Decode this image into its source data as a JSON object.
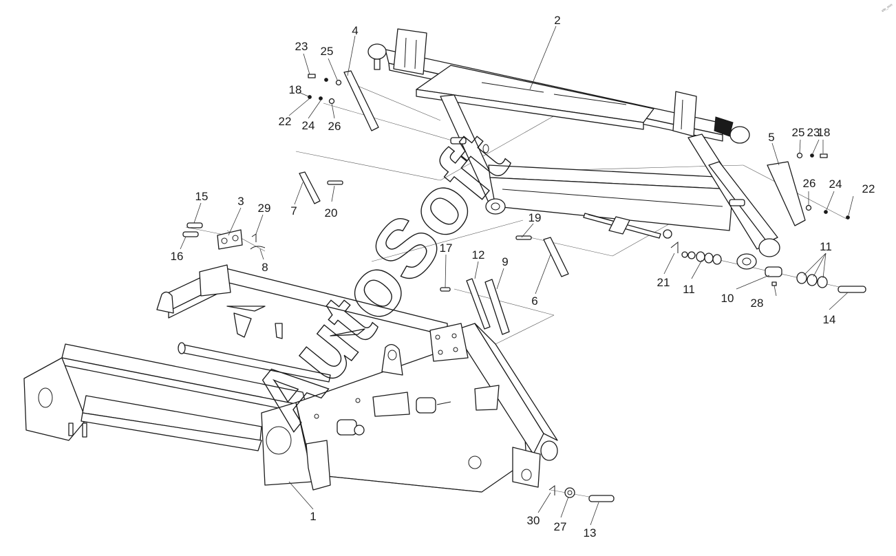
{
  "callouts": [
    {
      "id": "c1",
      "text": "1"
    },
    {
      "id": "c2",
      "text": "2"
    },
    {
      "id": "c3",
      "text": "3"
    },
    {
      "id": "c4",
      "text": "4"
    },
    {
      "id": "c5",
      "text": "5"
    },
    {
      "id": "c6",
      "text": "6"
    },
    {
      "id": "c7",
      "text": "7"
    },
    {
      "id": "c8",
      "text": "8"
    },
    {
      "id": "c9",
      "text": "9"
    },
    {
      "id": "c10",
      "text": "10"
    },
    {
      "id": "c11a",
      "text": "11"
    },
    {
      "id": "c11b",
      "text": "11"
    },
    {
      "id": "c12",
      "text": "12"
    },
    {
      "id": "c13",
      "text": "13"
    },
    {
      "id": "c14",
      "text": "14"
    },
    {
      "id": "c15",
      "text": "15"
    },
    {
      "id": "c16",
      "text": "16"
    },
    {
      "id": "c17",
      "text": "17"
    },
    {
      "id": "c18a",
      "text": "18"
    },
    {
      "id": "c18b",
      "text": "18"
    },
    {
      "id": "c19",
      "text": "19"
    },
    {
      "id": "c20",
      "text": "20"
    },
    {
      "id": "c21",
      "text": "21"
    },
    {
      "id": "c22a",
      "text": "22"
    },
    {
      "id": "c22b",
      "text": "22"
    },
    {
      "id": "c23a",
      "text": "23"
    },
    {
      "id": "c23b",
      "text": "23"
    },
    {
      "id": "c24a",
      "text": "24"
    },
    {
      "id": "c24b",
      "text": "24"
    },
    {
      "id": "c25a",
      "text": "25"
    },
    {
      "id": "c25b",
      "text": "25"
    },
    {
      "id": "c26a",
      "text": "26"
    },
    {
      "id": "c26b",
      "text": "26"
    },
    {
      "id": "c27",
      "text": "27"
    },
    {
      "id": "c28",
      "text": "28"
    },
    {
      "id": "c29",
      "text": "29"
    },
    {
      "id": "c30",
      "text": "30"
    }
  ],
  "watermark": "AutoSoft",
  "corner_mark": "ele_ooo",
  "colors": {
    "line": "#1a1a1a",
    "background": "#ffffff"
  }
}
